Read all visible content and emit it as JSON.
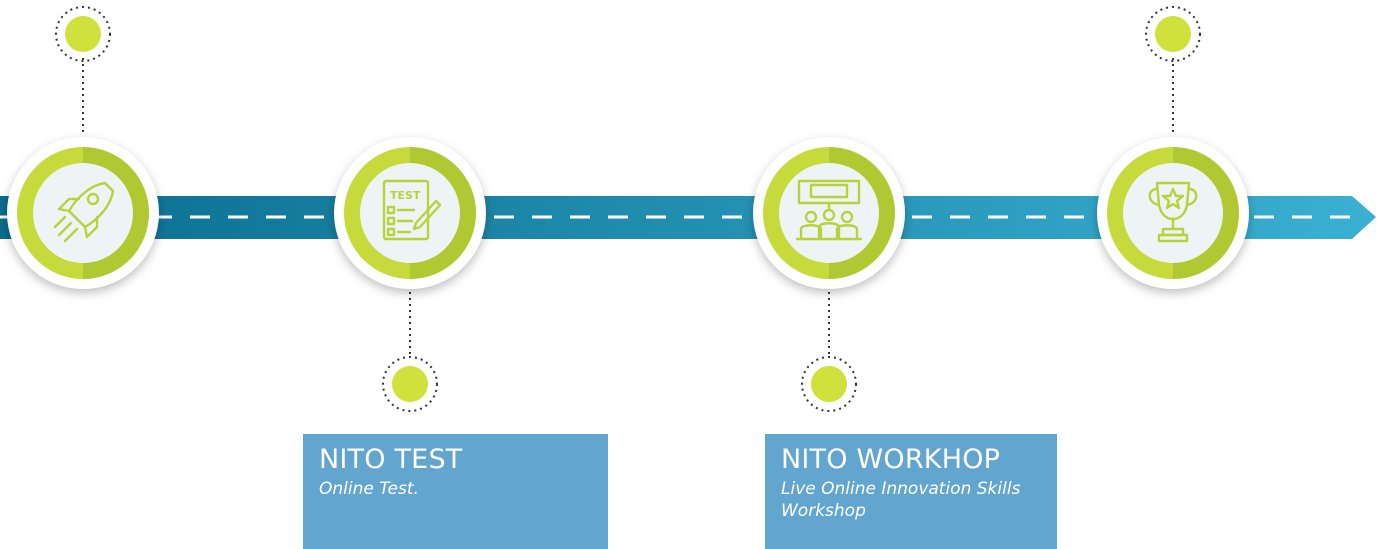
{
  "milestones": [
    {
      "icon": "rocket-icon"
    },
    {
      "icon": "test-checklist-icon",
      "icon_text": "TEST"
    },
    {
      "icon": "workshop-audience-icon"
    },
    {
      "icon": "trophy-icon"
    }
  ],
  "cards": [
    {
      "title": "NITO TEST",
      "description": "Online Test."
    },
    {
      "title": "NITO WORKHOP",
      "description": "Live Online Innovation Skills Workshop"
    }
  ],
  "colors": {
    "ribbon_dark": "#0a6d8e",
    "ribbon_light": "#3ab0d3",
    "ring_light": "#c6da3c",
    "ring_dark": "#9ebc2a",
    "dot": "#cfe13a",
    "icon_bg": "#eef4f6",
    "card_bg": "#62a6cf"
  }
}
